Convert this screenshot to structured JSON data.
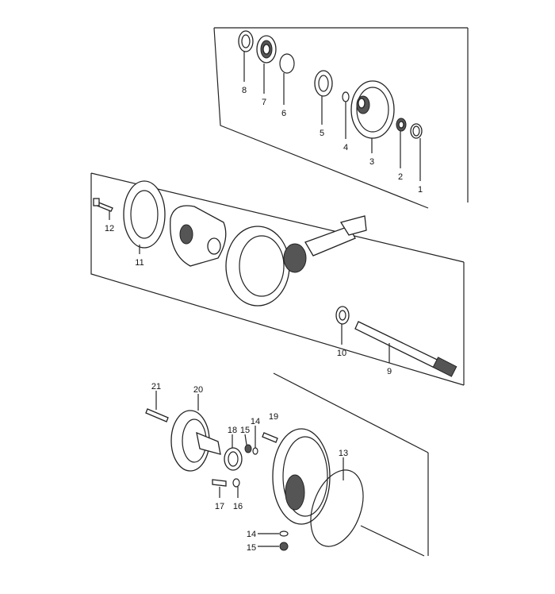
{
  "diagram": {
    "type": "exploded parts diagram",
    "callouts": [
      {
        "id": "c8",
        "text": "8"
      },
      {
        "id": "c7",
        "text": "7"
      },
      {
        "id": "c6",
        "text": "6"
      },
      {
        "id": "c5",
        "text": "5"
      },
      {
        "id": "c4",
        "text": "4"
      },
      {
        "id": "c3",
        "text": "3"
      },
      {
        "id": "c2",
        "text": "2"
      },
      {
        "id": "c1",
        "text": "1"
      },
      {
        "id": "c12",
        "text": "12"
      },
      {
        "id": "c11",
        "text": "11"
      },
      {
        "id": "c10",
        "text": "10"
      },
      {
        "id": "c9",
        "text": "9"
      },
      {
        "id": "c21",
        "text": "21"
      },
      {
        "id": "c20",
        "text": "20"
      },
      {
        "id": "c13",
        "text": "13"
      },
      {
        "id": "c18",
        "text": "18"
      },
      {
        "id": "c15a",
        "text": "15"
      },
      {
        "id": "c14a",
        "text": "14"
      },
      {
        "id": "c19",
        "text": "19"
      },
      {
        "id": "c17",
        "text": "17"
      },
      {
        "id": "c16",
        "text": "16"
      },
      {
        "id": "c14b",
        "text": "14"
      },
      {
        "id": "c15b",
        "text": "15"
      }
    ]
  }
}
